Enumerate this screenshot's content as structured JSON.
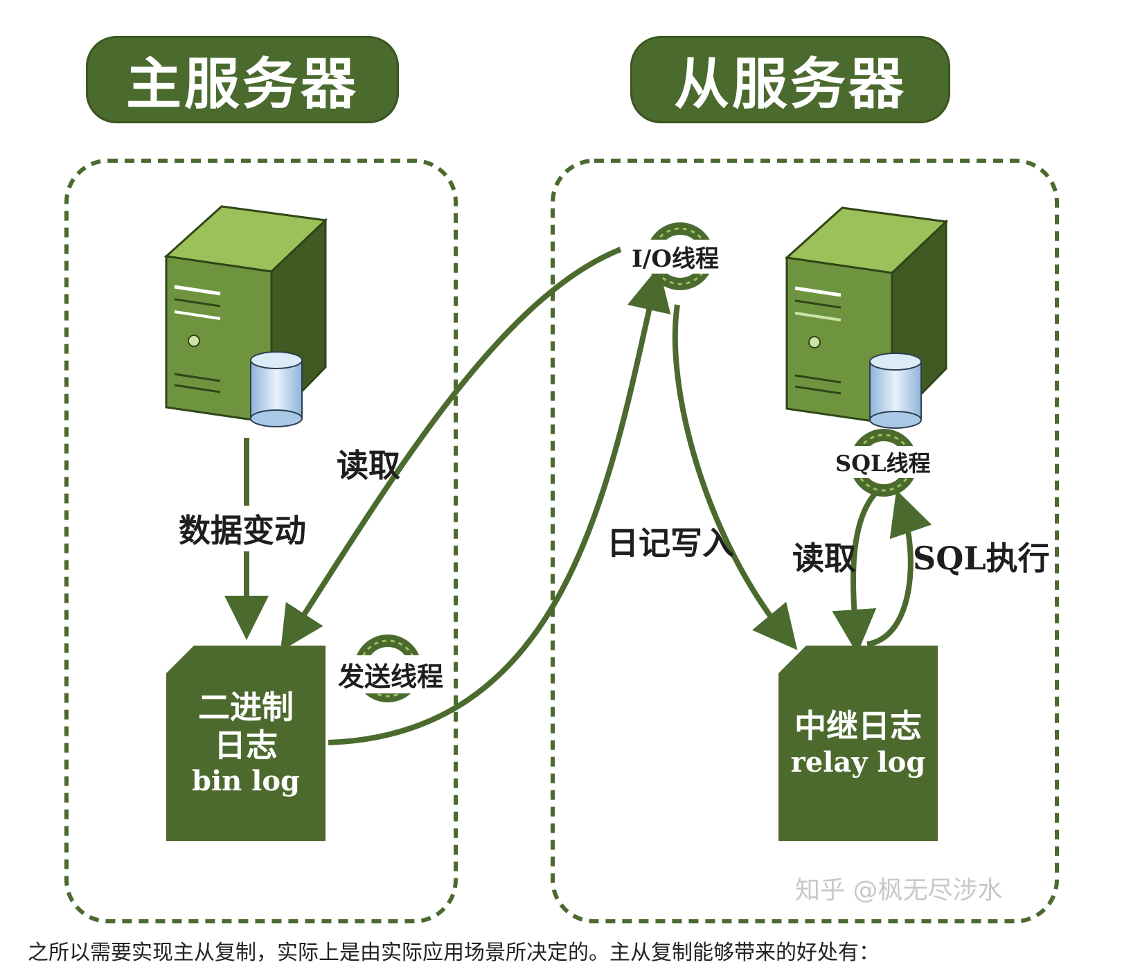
{
  "master": {
    "title": "主服务器"
  },
  "slave": {
    "title": "从服务器"
  },
  "labels": {
    "data_change": "数据变动",
    "read_left": "读取",
    "send_thread": "发送线程",
    "io_thread": "I/O线程",
    "log_write": "日记写入",
    "sql_thread": "SQL线程",
    "read_right": "读取",
    "sql_exec": "SQL执行"
  },
  "binlog": {
    "line1": "二进制",
    "line2": "日志",
    "line3": "bin log"
  },
  "relaylog": {
    "line1": "中继日志",
    "line2": "relay log"
  },
  "watermark": "知乎 @枫无尽涉水",
  "caption": "之所以需要实现主从复制，实际上是由实际应用场景所决定的。主从复制能够带来的好处有：",
  "colors": {
    "green_dark": "#4b6a2e",
    "green_mid": "#6f9440",
    "green_light": "#9cc15a",
    "db_blue": "#b7d4ec"
  },
  "icons": [
    "server-icon",
    "database-icon",
    "thread-ring-icon",
    "arrow-icon"
  ]
}
